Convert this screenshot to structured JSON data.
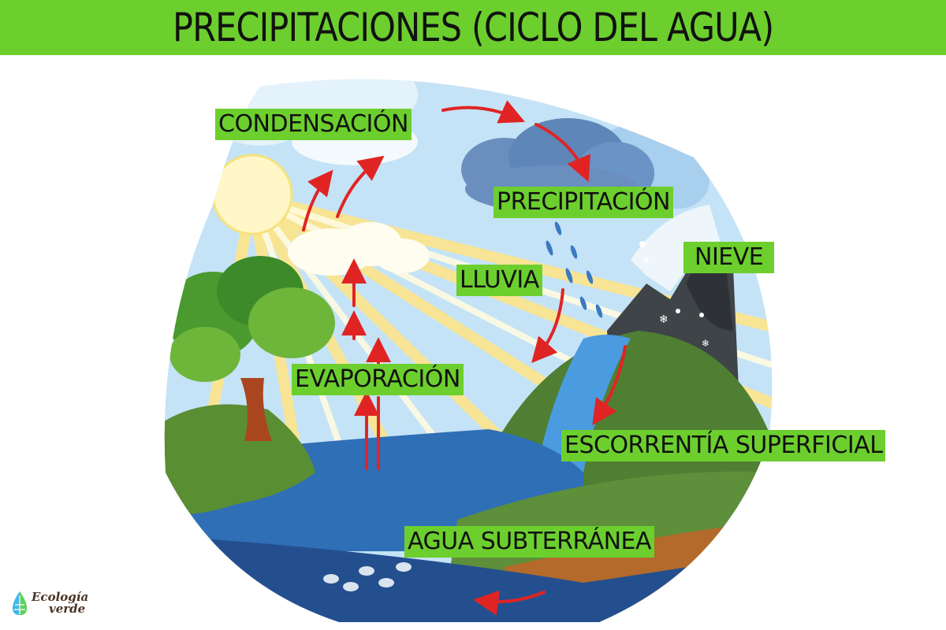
{
  "header": {
    "title": "PRECIPITACIONES (CICLO DEL AGUA)",
    "background_color": "#6ccf2e"
  },
  "labels": {
    "condensacion": "CONDENSACIÓN",
    "precipitacion": "PRECIPITACIÓN",
    "nieve": "NIEVE",
    "lluvia": "LLUVIA",
    "evaporacion": "EVAPORACIÓN",
    "escorrentia": "ESCORRENTÍA SUPERFICIAL",
    "agua_subterranea": "AGUA SUBTERRÁNEA"
  },
  "colors": {
    "label_bg": "#6ccf2e",
    "arrow": "#e02424",
    "sky": "#c5e3f6",
    "water": "#2f6fb6",
    "land": "#5e8f3a",
    "sun": "#fff7c8"
  },
  "logo": {
    "line1": "Ecología",
    "line2": "verde",
    "icon": "leaf-drop-icon"
  }
}
